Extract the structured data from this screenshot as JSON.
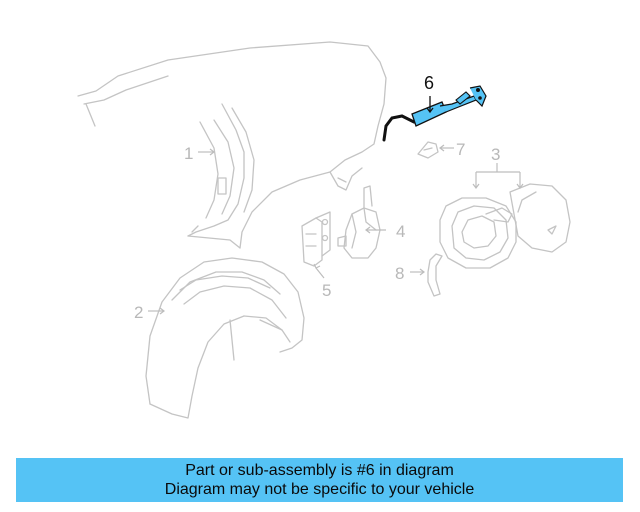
{
  "diagram": {
    "callouts": [
      "1",
      "2",
      "3",
      "4",
      "5",
      "6",
      "7",
      "8"
    ],
    "highlighted_part": "6",
    "highlight_color": "#55c3f5"
  },
  "banner": {
    "line1": "Part or sub-assembly is #6 in diagram",
    "line2": "Diagram may not be specific to your vehicle",
    "background": "#55c3f5"
  }
}
